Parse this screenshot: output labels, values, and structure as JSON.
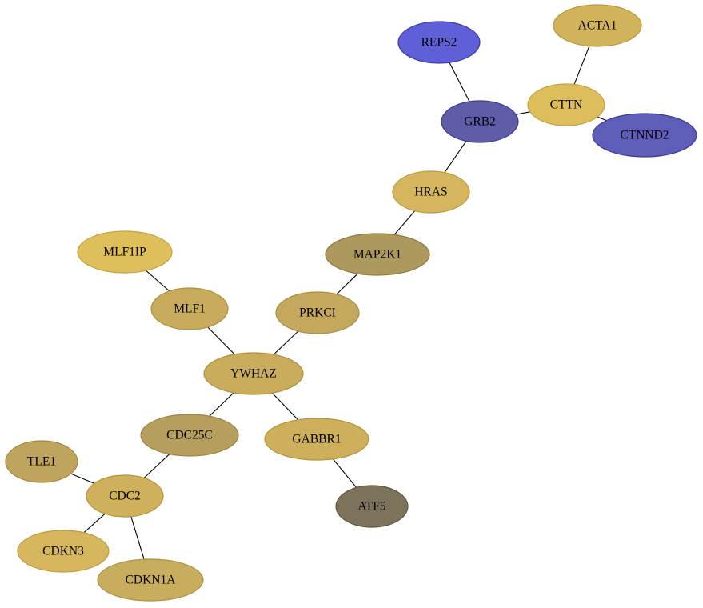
{
  "nodes": [
    {
      "id": "REPS2",
      "label": "REPS2",
      "fill": "#5f5fd8",
      "stroke": "#3a3ab0"
    },
    {
      "id": "ACTA1",
      "label": "ACTA1",
      "fill": "#d1b35c",
      "stroke": "#b8993e"
    },
    {
      "id": "GRB2",
      "label": "GRB2",
      "fill": "#5e5ea8",
      "stroke": "#3e3e88"
    },
    {
      "id": "CTTN",
      "label": "CTTN",
      "fill": "#ddbd5c",
      "stroke": "#c4a23e"
    },
    {
      "id": "CTNND2",
      "label": "CTNND2",
      "fill": "#5e5eb8",
      "stroke": "#3c3c98"
    },
    {
      "id": "HRAS",
      "label": "HRAS",
      "fill": "#d5b65e",
      "stroke": "#bc9c40"
    },
    {
      "id": "MAP2K1",
      "label": "MAP2K1",
      "fill": "#ad995d",
      "stroke": "#8e7c40"
    },
    {
      "id": "MLF1IP",
      "label": "MLF1IP",
      "fill": "#dfbe5c",
      "stroke": "#c6a33e"
    },
    {
      "id": "MLF1",
      "label": "MLF1",
      "fill": "#c8ab5c",
      "stroke": "#ad903e"
    },
    {
      "id": "PRKCI",
      "label": "PRKCI",
      "fill": "#c4a85e",
      "stroke": "#a98d40"
    },
    {
      "id": "YWHAZ",
      "label": "YWHAZ",
      "fill": "#c9ac5c",
      "stroke": "#ae913e"
    },
    {
      "id": "CDC25C",
      "label": "CDC25C",
      "fill": "#b69f5e",
      "stroke": "#9a8340"
    },
    {
      "id": "GABBR1",
      "label": "GABBR1",
      "fill": "#cdaf5c",
      "stroke": "#b2943e"
    },
    {
      "id": "TLE1",
      "label": "TLE1",
      "fill": "#bfa45e",
      "stroke": "#a48940"
    },
    {
      "id": "CDC2",
      "label": "CDC2",
      "fill": "#cfb05c",
      "stroke": "#b4953e"
    },
    {
      "id": "ATF5",
      "label": "ATF5",
      "fill": "#7d735a",
      "stroke": "#5e563e"
    },
    {
      "id": "CDKN3",
      "label": "CDKN3",
      "fill": "#d7b75e",
      "stroke": "#bc9c40"
    },
    {
      "id": "CDKN1A",
      "label": "CDKN1A",
      "fill": "#c9ad5e",
      "stroke": "#ae9240"
    }
  ],
  "edges": [
    [
      "REPS2",
      "GRB2"
    ],
    [
      "ACTA1",
      "CTTN"
    ],
    [
      "GRB2",
      "CTTN"
    ],
    [
      "CTTN",
      "CTNND2"
    ],
    [
      "GRB2",
      "HRAS"
    ],
    [
      "HRAS",
      "MAP2K1"
    ],
    [
      "MAP2K1",
      "PRKCI"
    ],
    [
      "PRKCI",
      "YWHAZ"
    ],
    [
      "MLF1IP",
      "MLF1"
    ],
    [
      "MLF1",
      "YWHAZ"
    ],
    [
      "YWHAZ",
      "CDC25C"
    ],
    [
      "YWHAZ",
      "GABBR1"
    ],
    [
      "GABBR1",
      "ATF5"
    ],
    [
      "CDC25C",
      "CDC2"
    ],
    [
      "TLE1",
      "CDC2"
    ],
    [
      "CDC2",
      "CDKN3"
    ],
    [
      "CDC2",
      "CDKN1A"
    ]
  ]
}
